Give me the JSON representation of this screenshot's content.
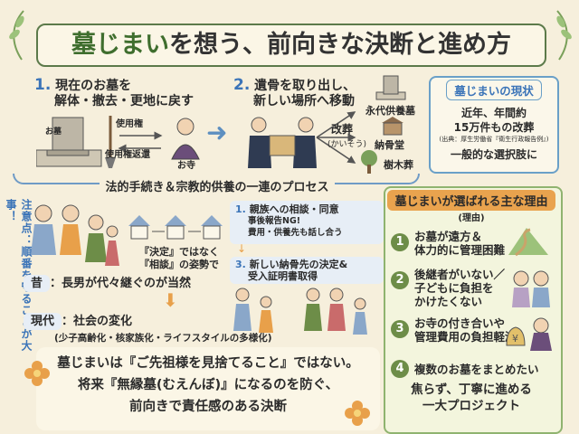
{
  "title": {
    "part1": "墓じまい",
    "part2": "を想う、前向きな決断と進め方"
  },
  "step1": {
    "num": "1.",
    "line1": "現在のお墓を",
    "line2": "解体・撤去・更地に戻す",
    "label_use": "使用権",
    "label_return": "使用権返還",
    "label_temple": "お寺",
    "grave_char": "お墓"
  },
  "step2": {
    "num": "2.",
    "line1": "遺骨を取り出し、",
    "line2": "新しい場所へ移動",
    "label_kaiso": "改葬",
    "label_kaiso_reading": "(かいそう)",
    "dest1": "永代供養墓",
    "dest2": "納骨堂",
    "dest3": "樹木葬"
  },
  "current": {
    "heading": "墓じまいの現状",
    "line1": "近年、年間約",
    "line2": "15万件もの改葬",
    "source": "(出典：厚生労働省『衛生行政報告例』)",
    "line3": "一般的な選択肢に"
  },
  "process_label": "法的手続き＆宗教的供養の一連のプロセス",
  "side_note": "注意点：順番を守ることが大事！",
  "family": {
    "caption1": "『決定』ではなく",
    "caption2": "『相談』の姿勢で"
  },
  "procedure": {
    "item1_num": "1.",
    "item1_title": "親族への相談・同意",
    "item1_sub1": "事後報告NG!",
    "item1_sub2": "費用・供養先も話し合う",
    "item3_num": "3.",
    "item3_title1": "新しい納骨先の決定&",
    "item3_title2": "受入証明書取得"
  },
  "past": {
    "label": "昔",
    "text": "：長男が代々継ぐのが当然"
  },
  "now": {
    "label": "現代",
    "text": "：社会の変化",
    "sub": "(少子高齢化・核家族化・ライフスタイルの多様化)"
  },
  "reasons": {
    "heading": "墓じまいが選ばれる主な理由",
    "sub": "(理由)",
    "items": [
      {
        "num": "1",
        "line1": "お墓が遠方＆",
        "line2": "体力的に管理困難"
      },
      {
        "num": "2",
        "line1": "後継者がいない／",
        "line2": "子どもに負担を",
        "line3": "かけたくない"
      },
      {
        "num": "3",
        "line1": "お寺の付き合いや",
        "line2": "管理費用の負担軽減"
      },
      {
        "num": "4",
        "line1": "複数のお墓をまとめたい"
      }
    ],
    "closing1": "焦らず、丁寧に進める",
    "closing2": "一大プロジェクト"
  },
  "bottom": {
    "line1": "墓じまいは『ご先祖様を見捨てること』ではない。",
    "line2": "将来『無縁墓(むえんぼ)』になるのを防ぐ、",
    "line3": "前向きで責任感のある決断"
  },
  "colors": {
    "green": "#3f6e2e",
    "blue": "#3b74b8",
    "cream": "#f6efdc",
    "beige": "#e9dcb9",
    "orange": "#e8a04a"
  }
}
